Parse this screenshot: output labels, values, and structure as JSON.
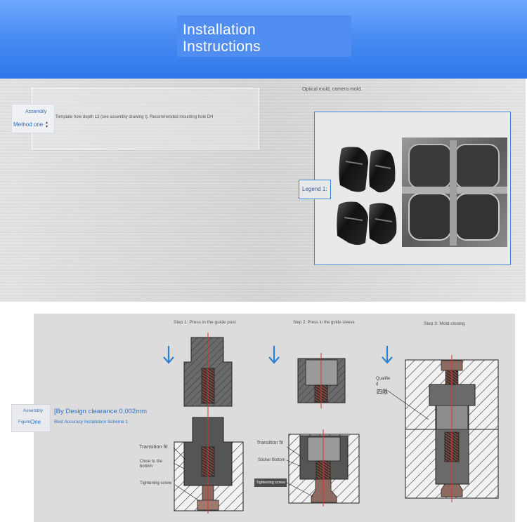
{
  "header": {
    "title_line1": "Installation",
    "title_line2": "Instructions"
  },
  "top_section": {
    "tab": {
      "label_top": "Assembly",
      "label_bottom": "Method one"
    },
    "note": "Template hole depth L3 (see assembly drawing I). Recommended mounting hole DH",
    "optical_caption": "Optical mold, camera mold.",
    "legend_label": "Legend 1:"
  },
  "bottom_section": {
    "tab": {
      "label_top": "Assembly",
      "label_bottom_small": "Figure",
      "label_bottom": "One"
    },
    "design_text": "[By Design clearance 0.002mm",
    "scheme_text": "Best Accuracy Installation Scheme 1",
    "steps": [
      "Step 1: Press in the guide post",
      "Step 2: Press in the guide sleeve",
      "Step 3: Mold closing"
    ],
    "labels": {
      "transition_fit_1": "Transition fit",
      "close_to_bottom": "Close to the bottom",
      "tightening_screw_1": "Tightening screw",
      "transition_fit_2": "Transition fit",
      "sticker_bottom": "Sticker Bottom",
      "tightening_screw_2": "Tightening screw",
      "qualified": "Qualifie d",
      "limit": "四限"
    }
  },
  "colors": {
    "accent": "#2f6fc4",
    "header": "#3f86ef",
    "frame": "#3f86d6",
    "axis": "#e03030"
  }
}
